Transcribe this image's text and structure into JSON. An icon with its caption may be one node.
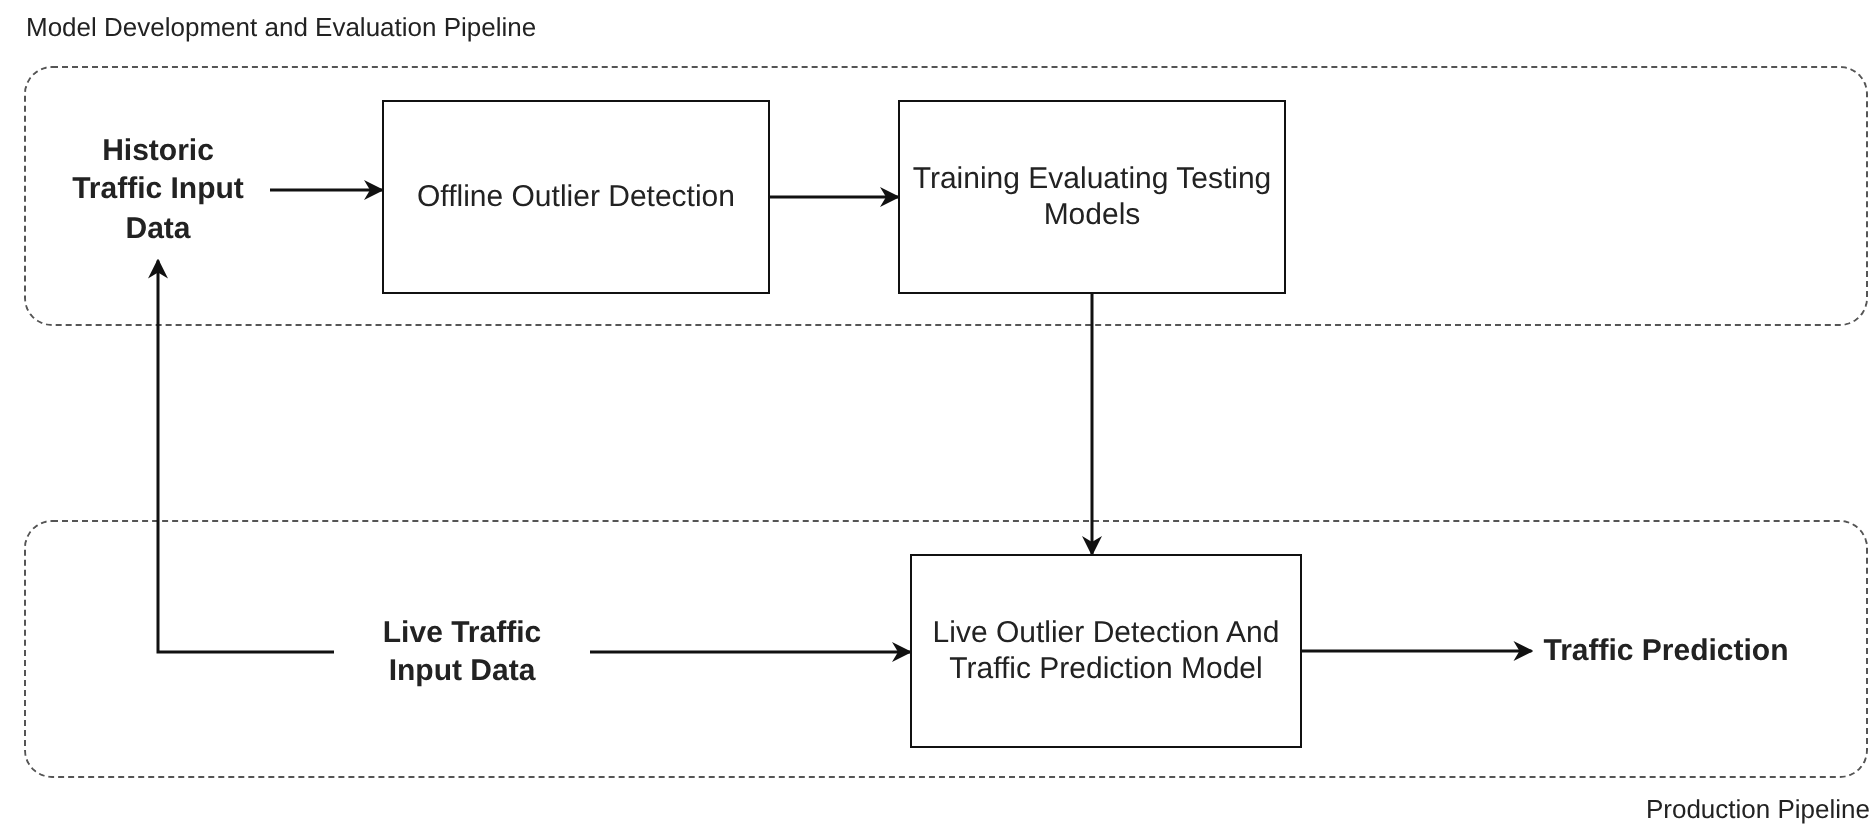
{
  "diagram": {
    "nodes": [
      {
        "text": [
          "Model Development and Evaluation Pipeline"
        ]
      },
      {
        "text": [
          "Historic Traffic Input Data"
        ],
        "in": 0
      },
      {
        "text": [
          "Offline Outlier Detection"
        ],
        "in": 0
      },
      {
        "text": [
          "Training Evaluating Testing Models"
        ],
        "in": 0
      },
      {
        "text": [
          "Production Pipeline"
        ]
      },
      {
        "text": [
          "Live Traffic Input Data"
        ],
        "in": 4
      },
      {
        "text": [
          "Live Outlier Detection And Traffic Prediction Model"
        ],
        "in": 4
      },
      {
        "text": [
          "Traffic Prediction"
        ],
        "in": 4
      }
    ],
    "edges": [
      {
        "from": 1,
        "to": 2,
        "arrow": "to"
      },
      {
        "from": 2,
        "to": 3,
        "arrow": "to"
      },
      {
        "from": 3,
        "to": 6,
        "arrow": "to"
      },
      {
        "from": 5,
        "to": 1,
        "arrow": "to"
      },
      {
        "from": 5,
        "to": 6,
        "arrow": "to"
      },
      {
        "from": 6,
        "to": 7,
        "arrow": "to"
      }
    ]
  }
}
